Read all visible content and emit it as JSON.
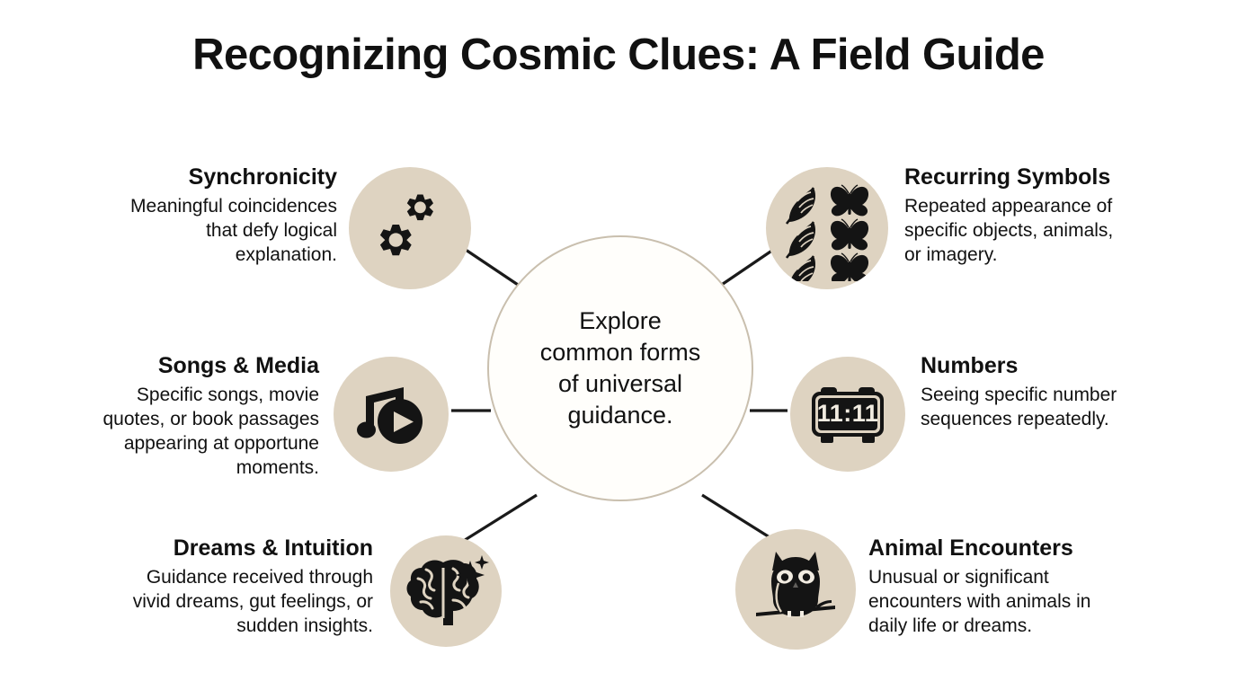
{
  "page": {
    "title": "Recognizing Cosmic Clues: A Field Guide",
    "background_color": "#ffffff",
    "bubble_color": "#ded3c1",
    "hub_border_color": "#c9bfae",
    "text_color": "#111111",
    "connector_color": "#1a1a1a"
  },
  "hub": {
    "text": "Explore\ncommon forms\nof universal\nguidance."
  },
  "nodes": [
    {
      "id": "synchronicity",
      "title": "Synchronicity",
      "desc": "Meaningful coincidences\nthat defy logical\nexplanation.",
      "icon": "gears-icon",
      "side": "left"
    },
    {
      "id": "recurring-symbols",
      "title": "Recurring Symbols",
      "desc": "Repeated appearance of\nspecific objects, animals,\nor imagery.",
      "icon": "feathers-butterflies-icon",
      "side": "right"
    },
    {
      "id": "songs-media",
      "title": "Songs & Media",
      "desc": "Specific songs, movie\nquotes, or book passages\nappearing at opportune\nmoments.",
      "icon": "music-play-icon",
      "side": "left"
    },
    {
      "id": "numbers",
      "title": "Numbers",
      "desc": "Seeing specific number\nsequences repeatedly.",
      "icon": "digital-clock-icon",
      "icon_value": "11:11",
      "side": "right"
    },
    {
      "id": "dreams-intuition",
      "title": "Dreams & Intuition",
      "desc": "Guidance received through\nvivid dreams, gut feelings, or\nsudden insights.",
      "icon": "brain-sparkle-icon",
      "side": "left"
    },
    {
      "id": "animal-encounters",
      "title": "Animal Encounters",
      "desc": "Unusual or significant\nencounters with animals in\ndaily life or dreams.",
      "icon": "owl-icon",
      "side": "right"
    }
  ]
}
